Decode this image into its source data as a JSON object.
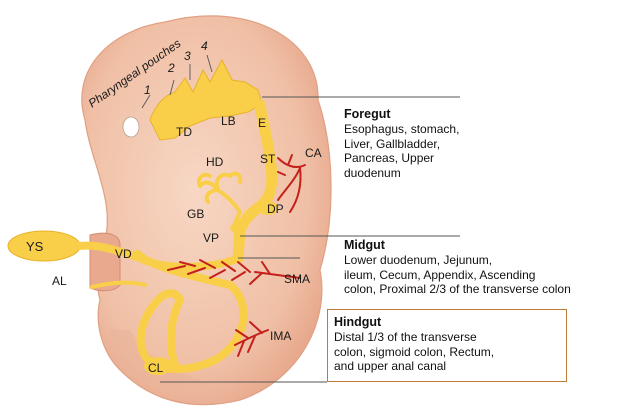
{
  "labels": {
    "pharyngeal_pouches": "Pharyngeal pouches",
    "pouch_1": "1",
    "pouch_2": "2",
    "pouch_3": "3",
    "pouch_4": "4",
    "td": "TD",
    "lb": "LB",
    "e": "E",
    "hd": "HD",
    "st": "ST",
    "ca": "CA",
    "gb": "GB",
    "dp": "DP",
    "vp": "VP",
    "ys": "YS",
    "vd": "VD",
    "al": "AL",
    "sma": "SMA",
    "ima": "IMA",
    "cl": "CL"
  },
  "foregut": {
    "title": "Foregut",
    "text": "Esophagus, stomach,\nLiver, Gallbladder,\nPancreas, Upper\nduodenum"
  },
  "midgut": {
    "title": "Midgut",
    "text": "Lower duodenum, Jejunum,\nileum, Cecum, Appendix, Ascending\ncolon, Proximal 2/3 of the transverse colon"
  },
  "hindgut": {
    "title": "Hindgut",
    "text": "Distal 1/3 of the transverse\ncolon, sigmoid colon, Rectum,\nand upper anal canal"
  },
  "colors": {
    "embryo_body": "#f3c9b3",
    "gut_tube": "#f9cf4a",
    "artery": "#c4201c",
    "hindgut_border": "#c27a3a"
  }
}
